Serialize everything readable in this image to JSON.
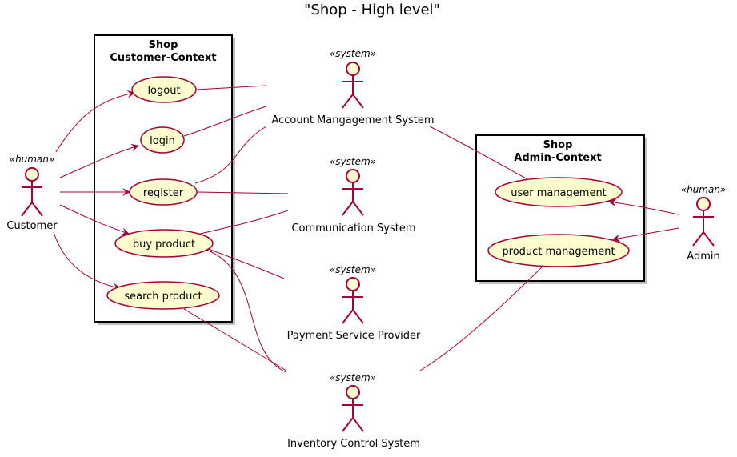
{
  "title": "\"Shop - High level\"",
  "colors": {
    "line": "#A80036",
    "fill": "#FEFECE",
    "border": "#000000"
  },
  "packages": {
    "customer": {
      "title_line1": "Shop",
      "title_line2": "Customer-Context"
    },
    "admin": {
      "title_line1": "Shop",
      "title_line2": "Admin-Context"
    }
  },
  "use_cases": {
    "logout": "logout",
    "login": "login",
    "register": "register",
    "buy_product": "buy product",
    "search_product": "search product",
    "user_management": "user management",
    "product_management": "product management"
  },
  "actors": {
    "customer": {
      "name": "Customer",
      "stereotype": "«human»"
    },
    "admin": {
      "name": "Admin",
      "stereotype": "«human»"
    },
    "account": {
      "name": "Account Mangagement System",
      "stereotype": "«system»"
    },
    "communication": {
      "name": "Communication System",
      "stereotype": "«system»"
    },
    "payment": {
      "name": "Payment Service Provider",
      "stereotype": "«system»"
    },
    "inventory": {
      "name": "Inventory Control System",
      "stereotype": "«system»"
    }
  }
}
